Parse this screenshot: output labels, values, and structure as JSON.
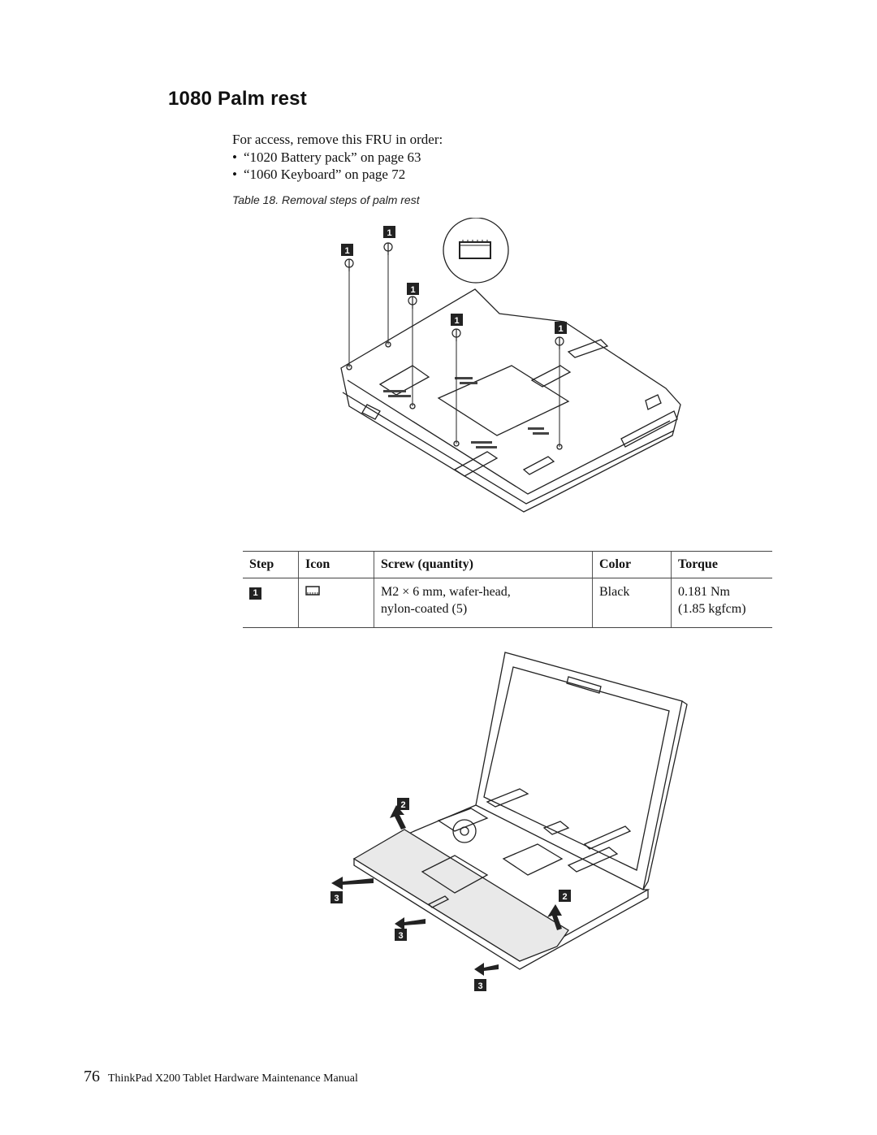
{
  "heading": "1080 Palm rest",
  "intro": "For access, remove this FRU in order:",
  "prereqs": [
    "“1020 Battery pack” on page 63",
    "“1060 Keyboard” on page 72"
  ],
  "caption": "Table 18. Removal steps of palm rest",
  "figure1": {
    "callouts": [
      "1",
      "1",
      "1",
      "1",
      "1"
    ]
  },
  "table": {
    "headers": [
      "Step",
      "Icon",
      "Screw (quantity)",
      "Color",
      "Torque"
    ],
    "row": {
      "step": "1",
      "icon": "screw-head-icon",
      "screw_line1": "M2 × 6 mm, wafer-head,",
      "screw_line2": "nylon-coated (5)",
      "color": "Black",
      "torque_line1": "0.181 Nm",
      "torque_line2": "(1.85 kgfcm)"
    }
  },
  "figure2": {
    "callouts": [
      "2",
      "2",
      "3",
      "3",
      "3"
    ]
  },
  "footer": {
    "page_number": "76",
    "manual_title": "ThinkPad X200 Tablet Hardware Maintenance Manual"
  }
}
